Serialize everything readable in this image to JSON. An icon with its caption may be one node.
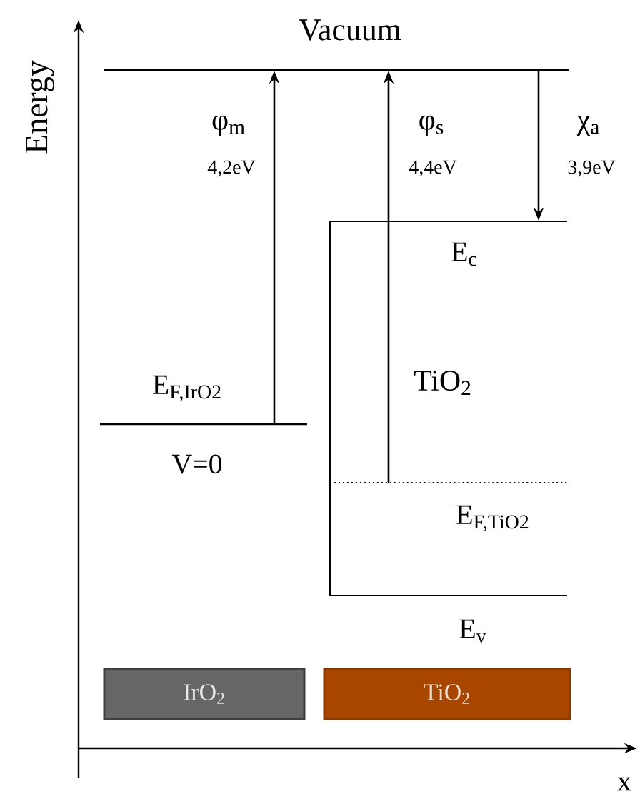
{
  "diagram": {
    "nodes": [
      {
        "text": [
          "IrO$_{2}$"
        ]
      },
      {
        "text": [
          "TiO$_{2}$"
        ]
      }
    ],
    "labels": [
      "Energy",
      "Vacuum",
      "φ$_{m}$",
      "4,2eV",
      "φ$_{s}$",
      "4,4eV",
      "χ$_{a}$",
      "3,9eV",
      "E$_{c}$",
      "TiO$_{2}$",
      "E$_{F,IrO2}$",
      "V=0",
      "E$_{F,TiO2}$",
      "E$_{v}$",
      "x"
    ]
  }
}
